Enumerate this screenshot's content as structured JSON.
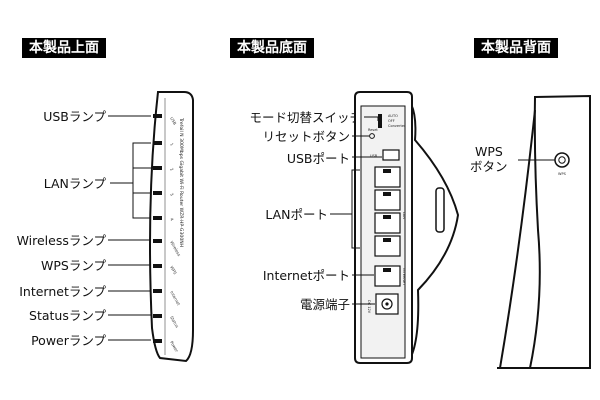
{
  "sections": {
    "top": {
      "title": "本製品上面",
      "labels": [
        "USBランプ",
        "LANランプ",
        "Wirelessランプ",
        "WPSランプ",
        "Internetランプ",
        "Statusランプ",
        "Powerランプ"
      ],
      "side_text": "Trefoil N 300Mbps Gigabit Wi-Fi Router   WZR-HP-G300NH"
    },
    "bottom": {
      "title": "本製品底面",
      "labels": [
        "モード切替スイッチ",
        "リセットボタン",
        "USBポート",
        "LANポート",
        "Internetポート",
        "電源端子"
      ],
      "switch_labels": [
        "AUTO",
        "OFF",
        "Converter"
      ],
      "reset_label": "Reset",
      "usb_label": "USB",
      "lan_label": "LAN",
      "internet_label": "INTERNET",
      "power_label": "DC 12V"
    },
    "back": {
      "title": "本製品背面",
      "labels": [
        "WPS",
        "ボタン"
      ],
      "wps_label": "WPS"
    }
  }
}
